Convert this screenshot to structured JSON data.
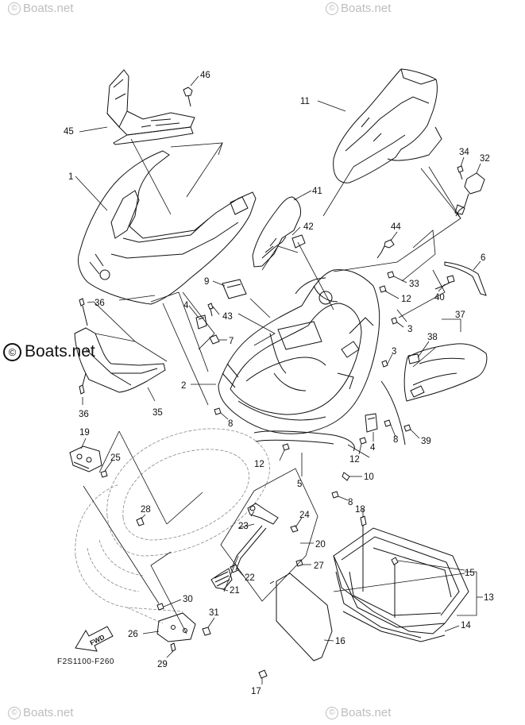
{
  "watermark": {
    "symbol": "©",
    "text": "Boats.net"
  },
  "diagram_code": "F2S1100-F260",
  "fwd_label": "FWD",
  "callouts": [
    {
      "id": "c1",
      "label": "1"
    },
    {
      "id": "c2",
      "label": "2"
    },
    {
      "id": "c3a",
      "label": "3"
    },
    {
      "id": "c3b",
      "label": "3"
    },
    {
      "id": "c4a",
      "label": "4"
    },
    {
      "id": "c4b",
      "label": "4"
    },
    {
      "id": "c5",
      "label": "5"
    },
    {
      "id": "c6",
      "label": "6"
    },
    {
      "id": "c7",
      "label": "7"
    },
    {
      "id": "c8a",
      "label": "8"
    },
    {
      "id": "c8b",
      "label": "8"
    },
    {
      "id": "c8c",
      "label": "8"
    },
    {
      "id": "c9",
      "label": "9"
    },
    {
      "id": "c10",
      "label": "10"
    },
    {
      "id": "c11",
      "label": "11"
    },
    {
      "id": "c12a",
      "label": "12"
    },
    {
      "id": "c12b",
      "label": "12"
    },
    {
      "id": "c12c",
      "label": "12"
    },
    {
      "id": "c13",
      "label": "13"
    },
    {
      "id": "c14",
      "label": "14"
    },
    {
      "id": "c15",
      "label": "15"
    },
    {
      "id": "c16",
      "label": "16"
    },
    {
      "id": "c17",
      "label": "17"
    },
    {
      "id": "c18",
      "label": "18"
    },
    {
      "id": "c19",
      "label": "19"
    },
    {
      "id": "c20",
      "label": "20"
    },
    {
      "id": "c21",
      "label": "21"
    },
    {
      "id": "c22",
      "label": "22"
    },
    {
      "id": "c23",
      "label": "23"
    },
    {
      "id": "c24",
      "label": "24"
    },
    {
      "id": "c25",
      "label": "25"
    },
    {
      "id": "c26",
      "label": "26"
    },
    {
      "id": "c27",
      "label": "27"
    },
    {
      "id": "c28",
      "label": "28"
    },
    {
      "id": "c29",
      "label": "29"
    },
    {
      "id": "c30",
      "label": "30"
    },
    {
      "id": "c31",
      "label": "31"
    },
    {
      "id": "c32",
      "label": "32"
    },
    {
      "id": "c33",
      "label": "33"
    },
    {
      "id": "c34",
      "label": "34"
    },
    {
      "id": "c35",
      "label": "35"
    },
    {
      "id": "c36a",
      "label": "36"
    },
    {
      "id": "c36b",
      "label": "36"
    },
    {
      "id": "c37",
      "label": "37"
    },
    {
      "id": "c38",
      "label": "38"
    },
    {
      "id": "c39",
      "label": "39"
    },
    {
      "id": "c40",
      "label": "40"
    },
    {
      "id": "c41",
      "label": "41"
    },
    {
      "id": "c42",
      "label": "42"
    },
    {
      "id": "c43",
      "label": "43"
    },
    {
      "id": "c44",
      "label": "44"
    },
    {
      "id": "c45",
      "label": "45"
    },
    {
      "id": "c46",
      "label": "46"
    }
  ]
}
